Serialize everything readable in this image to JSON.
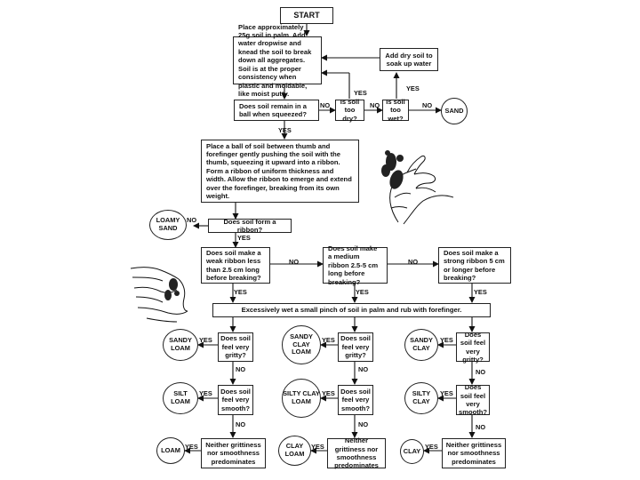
{
  "nodes": {
    "start": "START",
    "step_paste": "Place approximately 25g soil in palm. Add water dropwise and knead the soil to break down all aggregates. Soil is at the proper consistency when plastic and moldable, like moist putty.",
    "add_dry_soil": "Add dry soil to soak up water",
    "q_remain_ball": "Does soil remain in a ball when squeezed?",
    "q_too_dry": "Is soil too dry?",
    "q_too_wet": "Is soil too wet?",
    "sand": "SAND",
    "step_ribbon": "Place a ball of soil between thumb and forefinger gently pushing the soil with the thumb, squeezing it upward into a ribbon. Form a ribbon of uniform thickness and width. Allow the ribbon to emerge and extend over the forefinger, breaking from its own weight.",
    "loamy_sand": "LOAMY SAND",
    "q_form_ribbon": "Does soil form a ribbon?",
    "q_weak_ribbon": "Does soil make a weak ribbon less than 2.5 cm long before breaking?",
    "q_medium_ribbon": "Does soil make a medium ribbon 2.5-5 cm long before breaking?",
    "q_strong_ribbon": "Does soil make a strong ribbon 5 cm or longer before breaking?",
    "step_wet_pinch": "Excessively wet a small pinch of soil in palm and rub with forefinger.",
    "q_gritty_1": "Does soil feel very gritty?",
    "q_gritty_2": "Does soil feel very gritty?",
    "q_gritty_3": "Does soil feel very gritty?",
    "q_smooth_1": "Does soil feel very smooth?",
    "q_smooth_2": "Does soil feel very smooth?",
    "q_smooth_3": "Does soil feel very smooth?",
    "q_neither_1": "Neither grittiness nor smoothness predominates",
    "q_neither_2": "Neither grittiness nor smoothness predominates",
    "q_neither_3": "Neither grittiness nor smoothness predominates",
    "sandy_loam": "SANDY LOAM",
    "silt_loam": "SILT LOAM",
    "loam": "LOAM",
    "sandy_clay_loam": "SANDY CLAY LOAM",
    "silty_clay_loam": "SILTY CLAY LOAM",
    "clay_loam": "CLAY LOAM",
    "sandy_clay": "SANDY CLAY",
    "silty_clay": "SILTY CLAY",
    "clay": "CLAY"
  },
  "labels": {
    "yes": "YES",
    "no": "NO"
  }
}
